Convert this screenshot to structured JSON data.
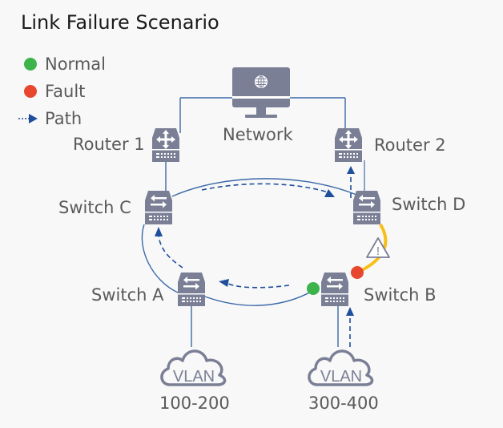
{
  "title": "Link Failure Scenario",
  "legend": [
    {
      "label": "Normal",
      "icon": "green-dot",
      "color": "#3cb44b"
    },
    {
      "label": "Fault",
      "icon": "red-dot",
      "color": "#e8472f"
    },
    {
      "label": "Path",
      "icon": "dashed-arrow",
      "color": "#1f4e9c"
    }
  ],
  "colors": {
    "device": "#7a7f96",
    "link": "#3a68a8",
    "path": "#1f4e9c",
    "fault_link": "#f6c019",
    "normal": "#3cb44b",
    "fault": "#e8472f"
  },
  "nodes": {
    "network": "Network",
    "router1": "Router 1",
    "router2": "Router 2",
    "switch_c": "Switch C",
    "switch_d": "Switch D",
    "switch_a": "Switch A",
    "switch_b": "Switch B",
    "vlan1_text": "VLAN",
    "vlan1_range": "100-200",
    "vlan2_text": "VLAN",
    "vlan2_range": "300-400"
  },
  "warning_symbol": "!"
}
